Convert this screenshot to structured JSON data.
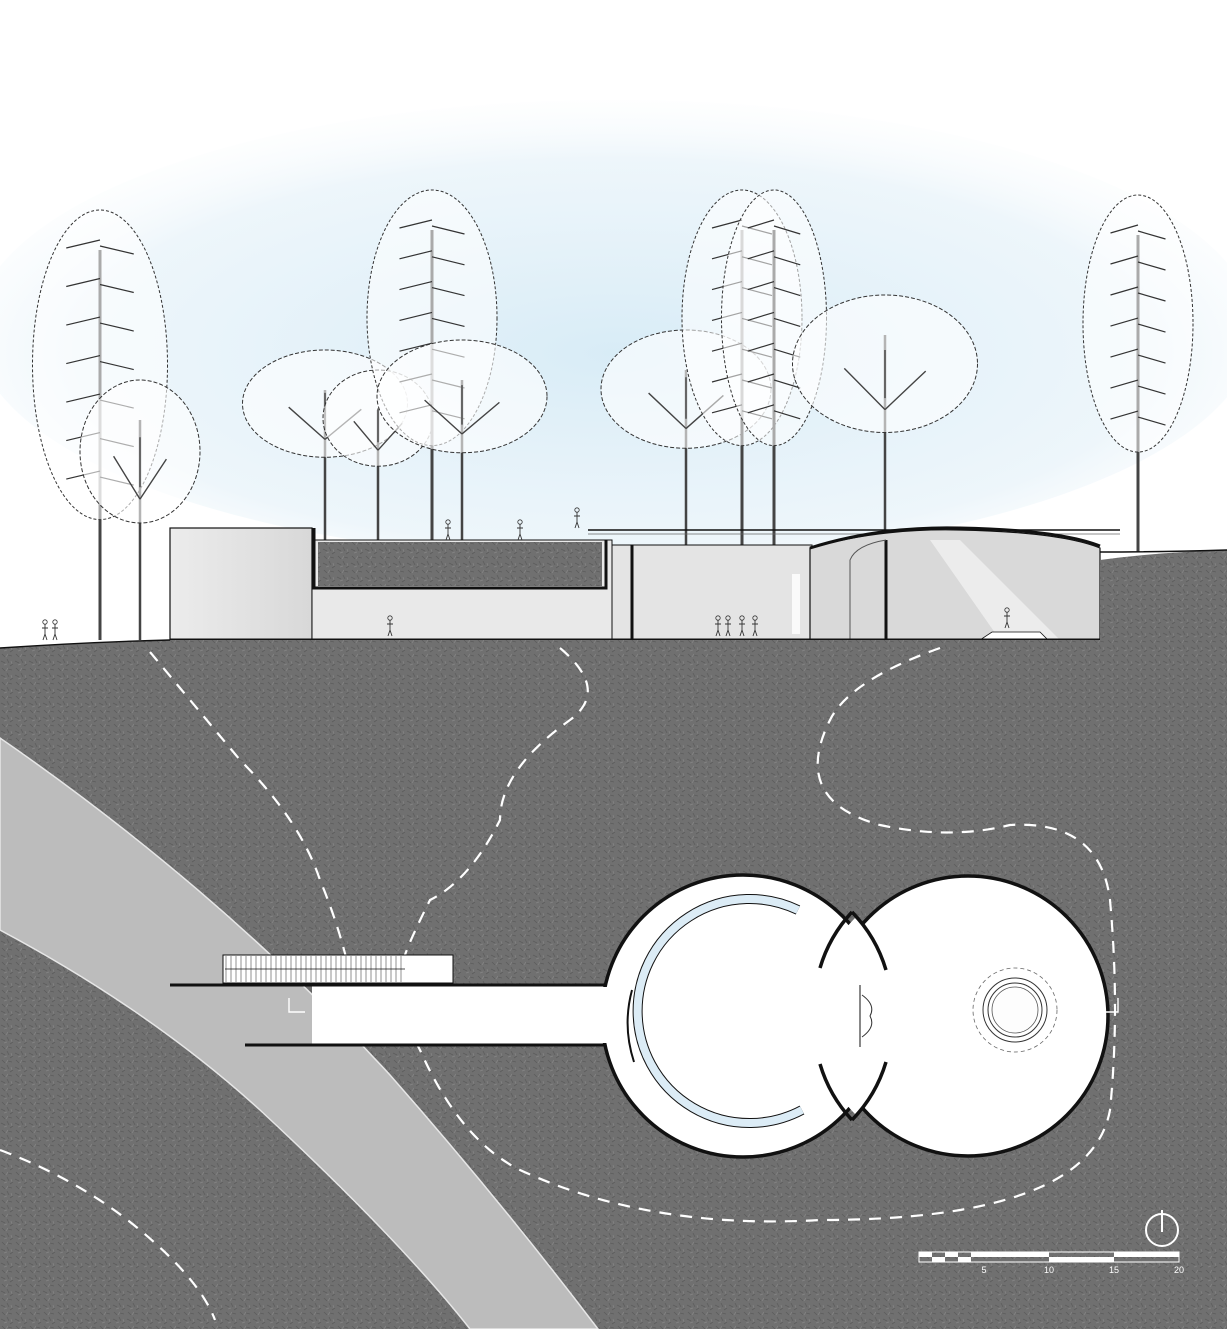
{
  "drawing": {
    "views": [
      "section",
      "plan"
    ],
    "colors": {
      "sky": "#cfe6f3",
      "ground": "#6f6f6f",
      "path": "#bdbdbd",
      "interior": "#e6e6e6",
      "glazing": "#dcecf6",
      "line": "#111111"
    },
    "icons": [
      "tree-icon",
      "person-icon",
      "north-arrow-icon"
    ]
  },
  "scale_bar": {
    "ticks": [
      "5",
      "10",
      "15",
      "20"
    ]
  }
}
